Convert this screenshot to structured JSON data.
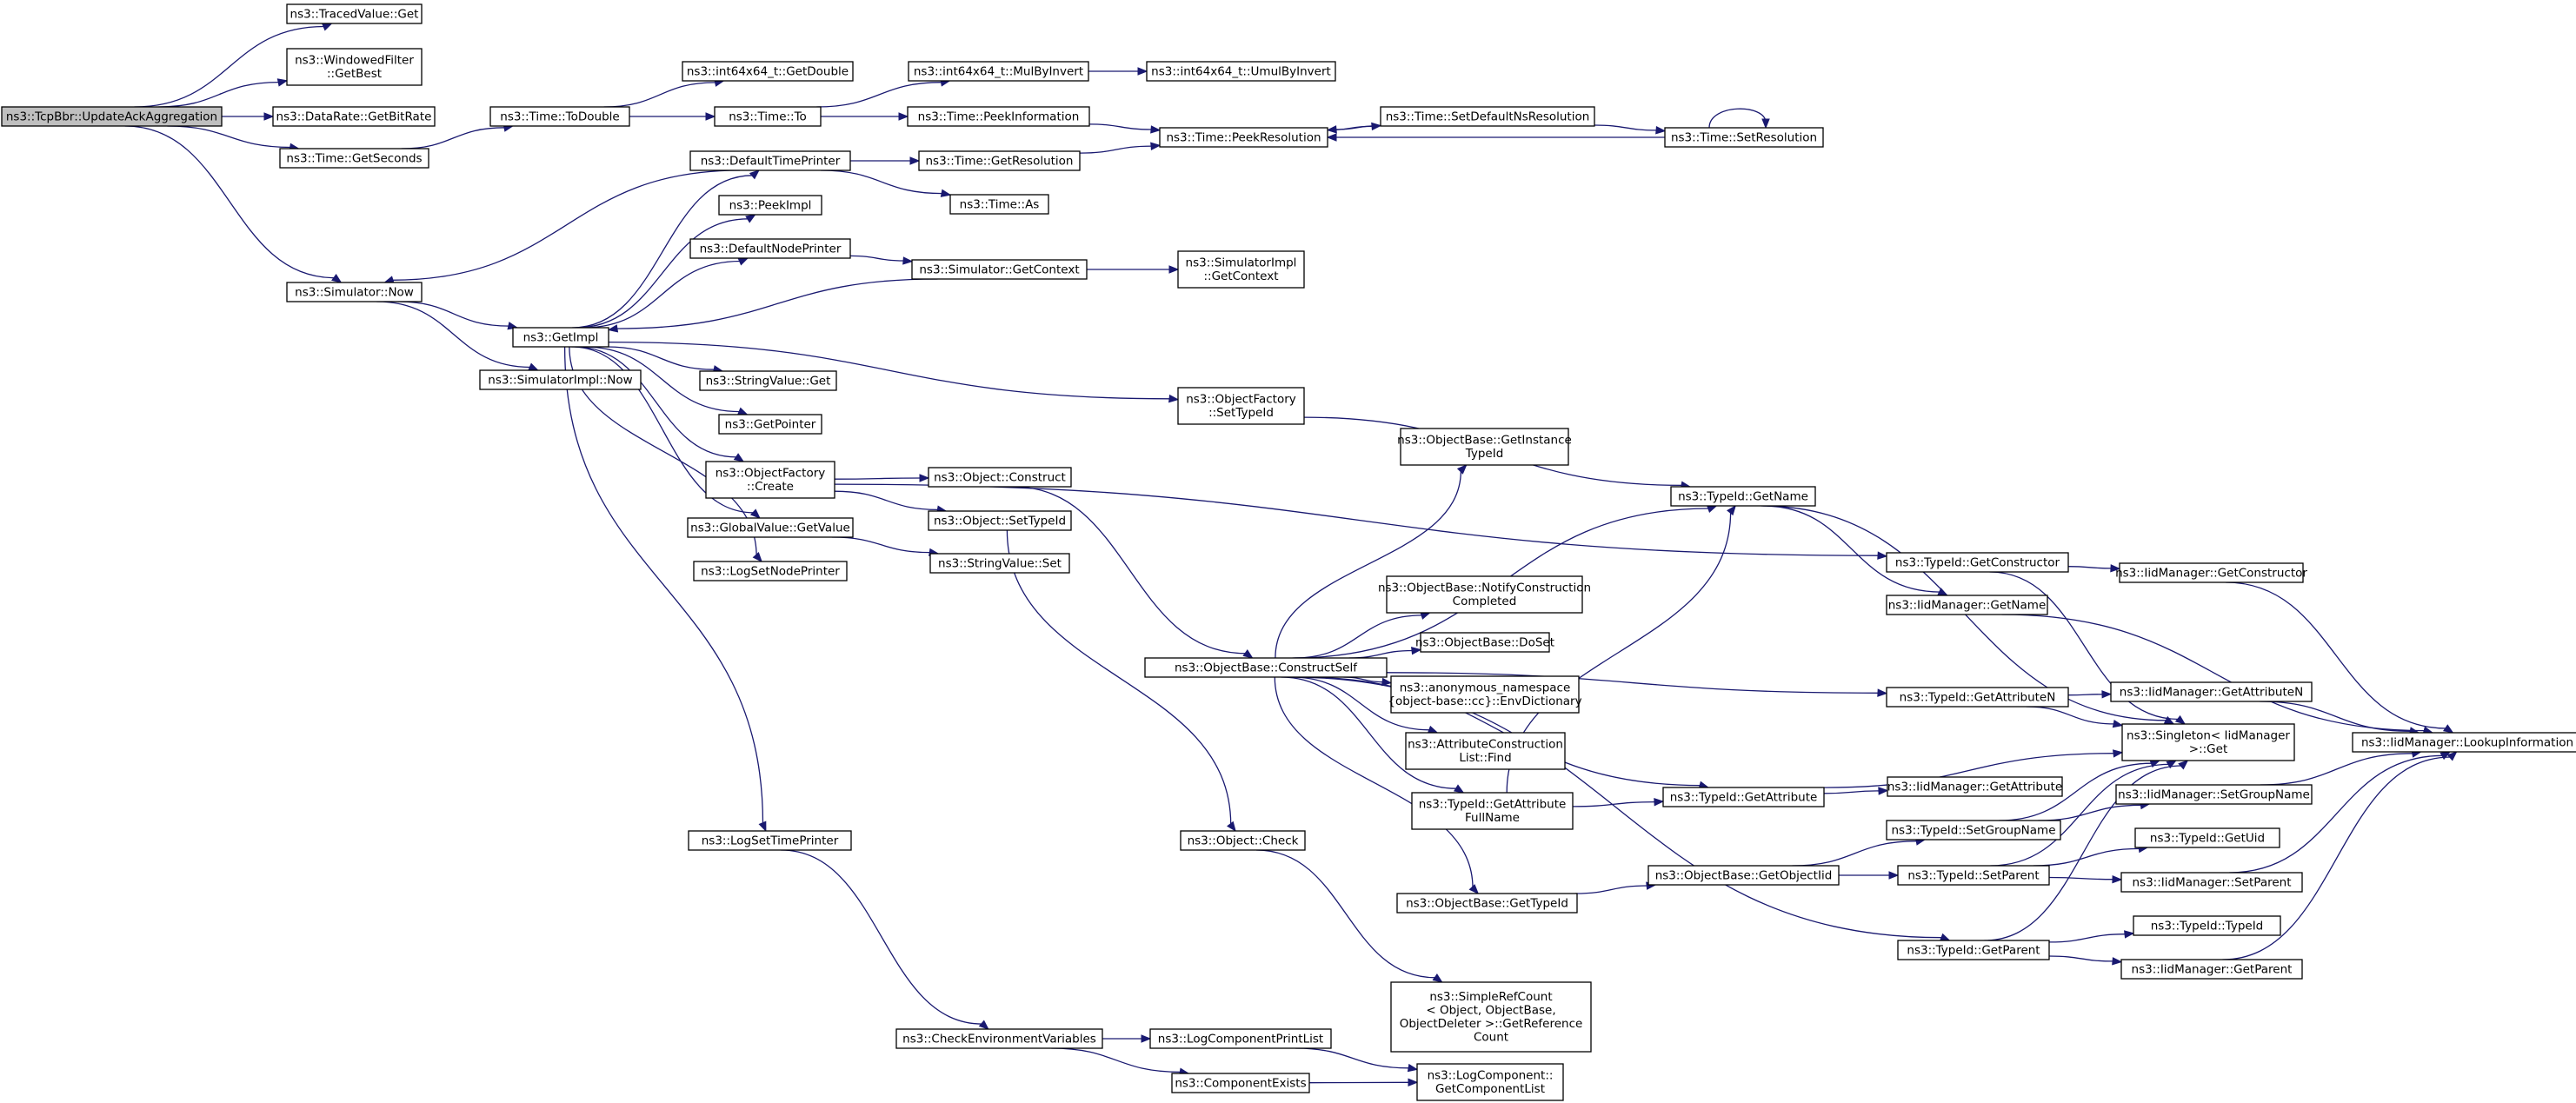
{
  "graph": {
    "kind": "call-graph",
    "nodes": [
      {
        "id": "n0",
        "lines": [
          "ns3::TcpBbr::UpdateAckAggregation"
        ],
        "root": true
      },
      {
        "id": "n1",
        "lines": [
          "ns3::TracedValue::Get"
        ]
      },
      {
        "id": "n2",
        "lines": [
          "ns3::WindowedFilter",
          "::GetBest"
        ]
      },
      {
        "id": "n3",
        "lines": [
          "ns3::DataRate::GetBitRate"
        ]
      },
      {
        "id": "n4",
        "lines": [
          "ns3::Time::GetSeconds"
        ]
      },
      {
        "id": "n5",
        "lines": [
          "ns3::Simulator::Now"
        ]
      },
      {
        "id": "n6",
        "lines": [
          "ns3::Time::ToDouble"
        ]
      },
      {
        "id": "n7",
        "lines": [
          "ns3::int64x64_t::GetDouble"
        ]
      },
      {
        "id": "n8",
        "lines": [
          "ns3::Time::To"
        ]
      },
      {
        "id": "n9",
        "lines": [
          "ns3::int64x64_t::MulByInvert"
        ]
      },
      {
        "id": "n10",
        "lines": [
          "ns3::int64x64_t::UmulByInvert"
        ]
      },
      {
        "id": "n11",
        "lines": [
          "ns3::Time::PeekInformation"
        ]
      },
      {
        "id": "n12",
        "lines": [
          "ns3::Time::PeekResolution"
        ]
      },
      {
        "id": "n13",
        "lines": [
          "ns3::Time::SetDefaultNsResolution"
        ]
      },
      {
        "id": "n14",
        "lines": [
          "ns3::Time::SetResolution"
        ]
      },
      {
        "id": "n15",
        "lines": [
          "ns3::DefaultTimePrinter"
        ]
      },
      {
        "id": "n16",
        "lines": [
          "ns3::Time::GetResolution"
        ]
      },
      {
        "id": "n17",
        "lines": [
          "ns3::Time::As"
        ]
      },
      {
        "id": "n18",
        "lines": [
          "ns3::PeekImpl"
        ]
      },
      {
        "id": "n19",
        "lines": [
          "ns3::DefaultNodePrinter"
        ]
      },
      {
        "id": "n20",
        "lines": [
          "ns3::Simulator::GetContext"
        ]
      },
      {
        "id": "n21",
        "lines": [
          "ns3::SimulatorImpl",
          "::GetContext"
        ]
      },
      {
        "id": "n22",
        "lines": [
          "ns3::GetImpl"
        ]
      },
      {
        "id": "n23",
        "lines": [
          "ns3::SimulatorImpl::Now"
        ]
      },
      {
        "id": "n24",
        "lines": [
          "ns3::StringValue::Get"
        ]
      },
      {
        "id": "n25",
        "lines": [
          "ns3::ObjectFactory",
          "::SetTypeId"
        ]
      },
      {
        "id": "n26",
        "lines": [
          "ns3::GetPointer"
        ]
      },
      {
        "id": "n27",
        "lines": [
          "ns3::ObjectFactory",
          "::Create"
        ]
      },
      {
        "id": "n28",
        "lines": [
          "ns3::Object::Construct"
        ]
      },
      {
        "id": "n29",
        "lines": [
          "ns3::Object::SetTypeId"
        ]
      },
      {
        "id": "n30",
        "lines": [
          "ns3::GlobalValue::GetValue"
        ]
      },
      {
        "id": "n31",
        "lines": [
          "ns3::StringValue::Set"
        ]
      },
      {
        "id": "n32",
        "lines": [
          "ns3::LogSetNodePrinter"
        ]
      },
      {
        "id": "n33",
        "lines": [
          "ns3::ObjectBase::GetInstance",
          "TypeId"
        ]
      },
      {
        "id": "n34",
        "lines": [
          "ns3::TypeId::GetName"
        ]
      },
      {
        "id": "n35",
        "lines": [
          "ns3::TypeId::GetConstructor"
        ]
      },
      {
        "id": "n36",
        "lines": [
          "ns3::IidManager::GetConstructor"
        ]
      },
      {
        "id": "n37",
        "lines": [
          "ns3::ObjectBase::NotifyConstruction",
          "Completed"
        ]
      },
      {
        "id": "n38",
        "lines": [
          "ns3::IidManager::GetName"
        ]
      },
      {
        "id": "n39",
        "lines": [
          "ns3::ObjectBase::DoSet"
        ]
      },
      {
        "id": "n40",
        "lines": [
          "ns3::ObjectBase::ConstructSelf"
        ]
      },
      {
        "id": "n41",
        "lines": [
          "ns3::anonymous_namespace",
          "{object-base::cc}::EnvDictionary"
        ]
      },
      {
        "id": "n42",
        "lines": [
          "ns3::TypeId::GetAttributeN"
        ]
      },
      {
        "id": "n43",
        "lines": [
          "ns3::IidManager::GetAttributeN"
        ]
      },
      {
        "id": "n44",
        "lines": [
          "ns3::Singleton< IidManager",
          " >::Get"
        ]
      },
      {
        "id": "n45",
        "lines": [
          "ns3::IidManager::LookupInformation"
        ]
      },
      {
        "id": "n46",
        "lines": [
          "ns3::AttributeConstruction",
          "List::Find"
        ]
      },
      {
        "id": "n47",
        "lines": [
          "ns3::TypeId::GetAttribute",
          "FullName"
        ]
      },
      {
        "id": "n48",
        "lines": [
          "ns3::TypeId::GetAttribute"
        ]
      },
      {
        "id": "n49",
        "lines": [
          "ns3::IidManager::GetAttribute"
        ]
      },
      {
        "id": "n50",
        "lines": [
          "ns3::TypeId::SetGroupName"
        ]
      },
      {
        "id": "n51",
        "lines": [
          "ns3::IidManager::SetGroupName"
        ]
      },
      {
        "id": "n52",
        "lines": [
          "ns3::LogSetTimePrinter"
        ]
      },
      {
        "id": "n53",
        "lines": [
          "ns3::Object::Check"
        ]
      },
      {
        "id": "n54",
        "lines": [
          "ns3::TypeId::GetUid"
        ]
      },
      {
        "id": "n55",
        "lines": [
          "ns3::ObjectBase::GetTypeId"
        ]
      },
      {
        "id": "n56",
        "lines": [
          "ns3::ObjectBase::GetObjectIid"
        ]
      },
      {
        "id": "n57",
        "lines": [
          "ns3::TypeId::SetParent"
        ]
      },
      {
        "id": "n58",
        "lines": [
          "ns3::IidManager::SetParent"
        ]
      },
      {
        "id": "n59",
        "lines": [
          "ns3::TypeId::TypeId"
        ]
      },
      {
        "id": "n60",
        "lines": [
          "ns3::TypeId::GetParent"
        ]
      },
      {
        "id": "n61",
        "lines": [
          "ns3::IidManager::GetParent"
        ]
      },
      {
        "id": "n62",
        "lines": [
          "ns3::SimpleRefCount",
          "< Object, ObjectBase,",
          "ObjectDeleter >::GetReference",
          "Count"
        ]
      },
      {
        "id": "n63",
        "lines": [
          "ns3::CheckEnvironmentVariables"
        ]
      },
      {
        "id": "n64",
        "lines": [
          "ns3::LogComponentPrintList"
        ]
      },
      {
        "id": "n65",
        "lines": [
          "ns3::ComponentExists"
        ]
      },
      {
        "id": "n66",
        "lines": [
          "ns3::LogComponent::",
          "GetComponentList"
        ]
      }
    ],
    "edges": [
      [
        "n0",
        "n1"
      ],
      [
        "n0",
        "n2"
      ],
      [
        "n0",
        "n3"
      ],
      [
        "n0",
        "n4"
      ],
      [
        "n0",
        "n5"
      ],
      [
        "n4",
        "n6"
      ],
      [
        "n6",
        "n7"
      ],
      [
        "n6",
        "n8"
      ],
      [
        "n8",
        "n9"
      ],
      [
        "n8",
        "n11"
      ],
      [
        "n9",
        "n10"
      ],
      [
        "n11",
        "n12"
      ],
      [
        "n16",
        "n12"
      ],
      [
        "n13",
        "n12"
      ],
      [
        "n14",
        "n12"
      ],
      [
        "n12",
        "n13"
      ],
      [
        "n13",
        "n14"
      ],
      [
        "n14",
        "n14"
      ],
      [
        "n5",
        "n22"
      ],
      [
        "n5",
        "n23"
      ],
      [
        "n22",
        "n15"
      ],
      [
        "n22",
        "n18"
      ],
      [
        "n22",
        "n19"
      ],
      [
        "n22",
        "n24"
      ],
      [
        "n22",
        "n25"
      ],
      [
        "n22",
        "n26"
      ],
      [
        "n22",
        "n27"
      ],
      [
        "n22",
        "n30"
      ],
      [
        "n22",
        "n32"
      ],
      [
        "n22",
        "n52"
      ],
      [
        "n15",
        "n5"
      ],
      [
        "n15",
        "n16"
      ],
      [
        "n15",
        "n17"
      ],
      [
        "n19",
        "n20"
      ],
      [
        "n20",
        "n21"
      ],
      [
        "n20",
        "n22"
      ],
      [
        "n25",
        "n34"
      ],
      [
        "n27",
        "n28"
      ],
      [
        "n27",
        "n29"
      ],
      [
        "n27",
        "n35"
      ],
      [
        "n30",
        "n31"
      ],
      [
        "n28",
        "n40"
      ],
      [
        "n29",
        "n53"
      ],
      [
        "n40",
        "n33"
      ],
      [
        "n40",
        "n34"
      ],
      [
        "n40",
        "n37"
      ],
      [
        "n40",
        "n39"
      ],
      [
        "n40",
        "n41"
      ],
      [
        "n40",
        "n42"
      ],
      [
        "n40",
        "n46"
      ],
      [
        "n40",
        "n47"
      ],
      [
        "n40",
        "n48"
      ],
      [
        "n40",
        "n55"
      ],
      [
        "n40",
        "n60"
      ],
      [
        "n34",
        "n38"
      ],
      [
        "n34",
        "n44"
      ],
      [
        "n35",
        "n36"
      ],
      [
        "n35",
        "n44"
      ],
      [
        "n36",
        "n45"
      ],
      [
        "n38",
        "n45"
      ],
      [
        "n42",
        "n43"
      ],
      [
        "n42",
        "n44"
      ],
      [
        "n43",
        "n45"
      ],
      [
        "n47",
        "n34"
      ],
      [
        "n47",
        "n48"
      ],
      [
        "n48",
        "n44"
      ],
      [
        "n48",
        "n49"
      ],
      [
        "n55",
        "n56"
      ],
      [
        "n56",
        "n50"
      ],
      [
        "n56",
        "n57"
      ],
      [
        "n50",
        "n44"
      ],
      [
        "n50",
        "n51"
      ],
      [
        "n51",
        "n45"
      ],
      [
        "n57",
        "n44"
      ],
      [
        "n57",
        "n54"
      ],
      [
        "n57",
        "n58"
      ],
      [
        "n58",
        "n45"
      ],
      [
        "n60",
        "n44"
      ],
      [
        "n60",
        "n59"
      ],
      [
        "n60",
        "n61"
      ],
      [
        "n61",
        "n45"
      ],
      [
        "n53",
        "n62"
      ],
      [
        "n52",
        "n63"
      ],
      [
        "n63",
        "n64"
      ],
      [
        "n63",
        "n65"
      ],
      [
        "n64",
        "n66"
      ],
      [
        "n65",
        "n66"
      ]
    ]
  }
}
